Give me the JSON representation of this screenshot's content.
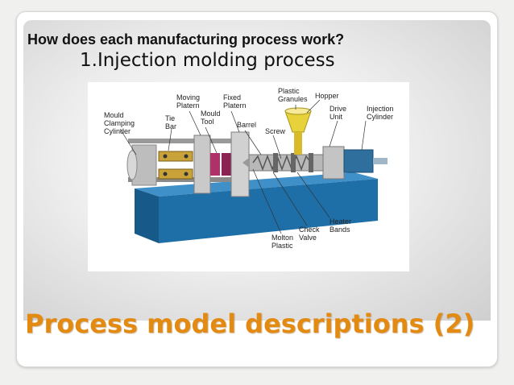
{
  "slide": {
    "question": "How does each manufacturing process work?",
    "subheading": "1.Injection molding process",
    "title": "Process model descriptions (2)",
    "title_color": "#e38a12"
  },
  "diagram": {
    "labels": {
      "mould_clamping_cylinder": [
        "Mould",
        "Clamping",
        "Cylinder"
      ],
      "tie_bar": [
        "Tie",
        "Bar"
      ],
      "moving_platern": [
        "Moving",
        "Platern"
      ],
      "mould_tool": [
        "Mould",
        "Tool"
      ],
      "fixed_platern": [
        "Fixed",
        "Platern"
      ],
      "barrel": "Barrel",
      "plastic_granules": [
        "Plastic",
        "Granules"
      ],
      "hopper": "Hopper",
      "screw": "Screw",
      "drive_unit": [
        "Drive",
        "Unit"
      ],
      "injection_cylinder": [
        "Injection",
        "Cylinder"
      ],
      "heater_bands": [
        "Heater",
        "Bands"
      ],
      "check_valve": [
        "Check",
        "Valve"
      ],
      "molton_plastic": [
        "Molton",
        "Plastic"
      ]
    },
    "colors": {
      "machine_base": "#1e6fa8",
      "machine_top": "#3f90c8",
      "platen": "#c9c9c9",
      "tie_bar_link": "#c9a23a",
      "mould_tool": "#b0306a",
      "hopper": "#e8d23c"
    }
  }
}
